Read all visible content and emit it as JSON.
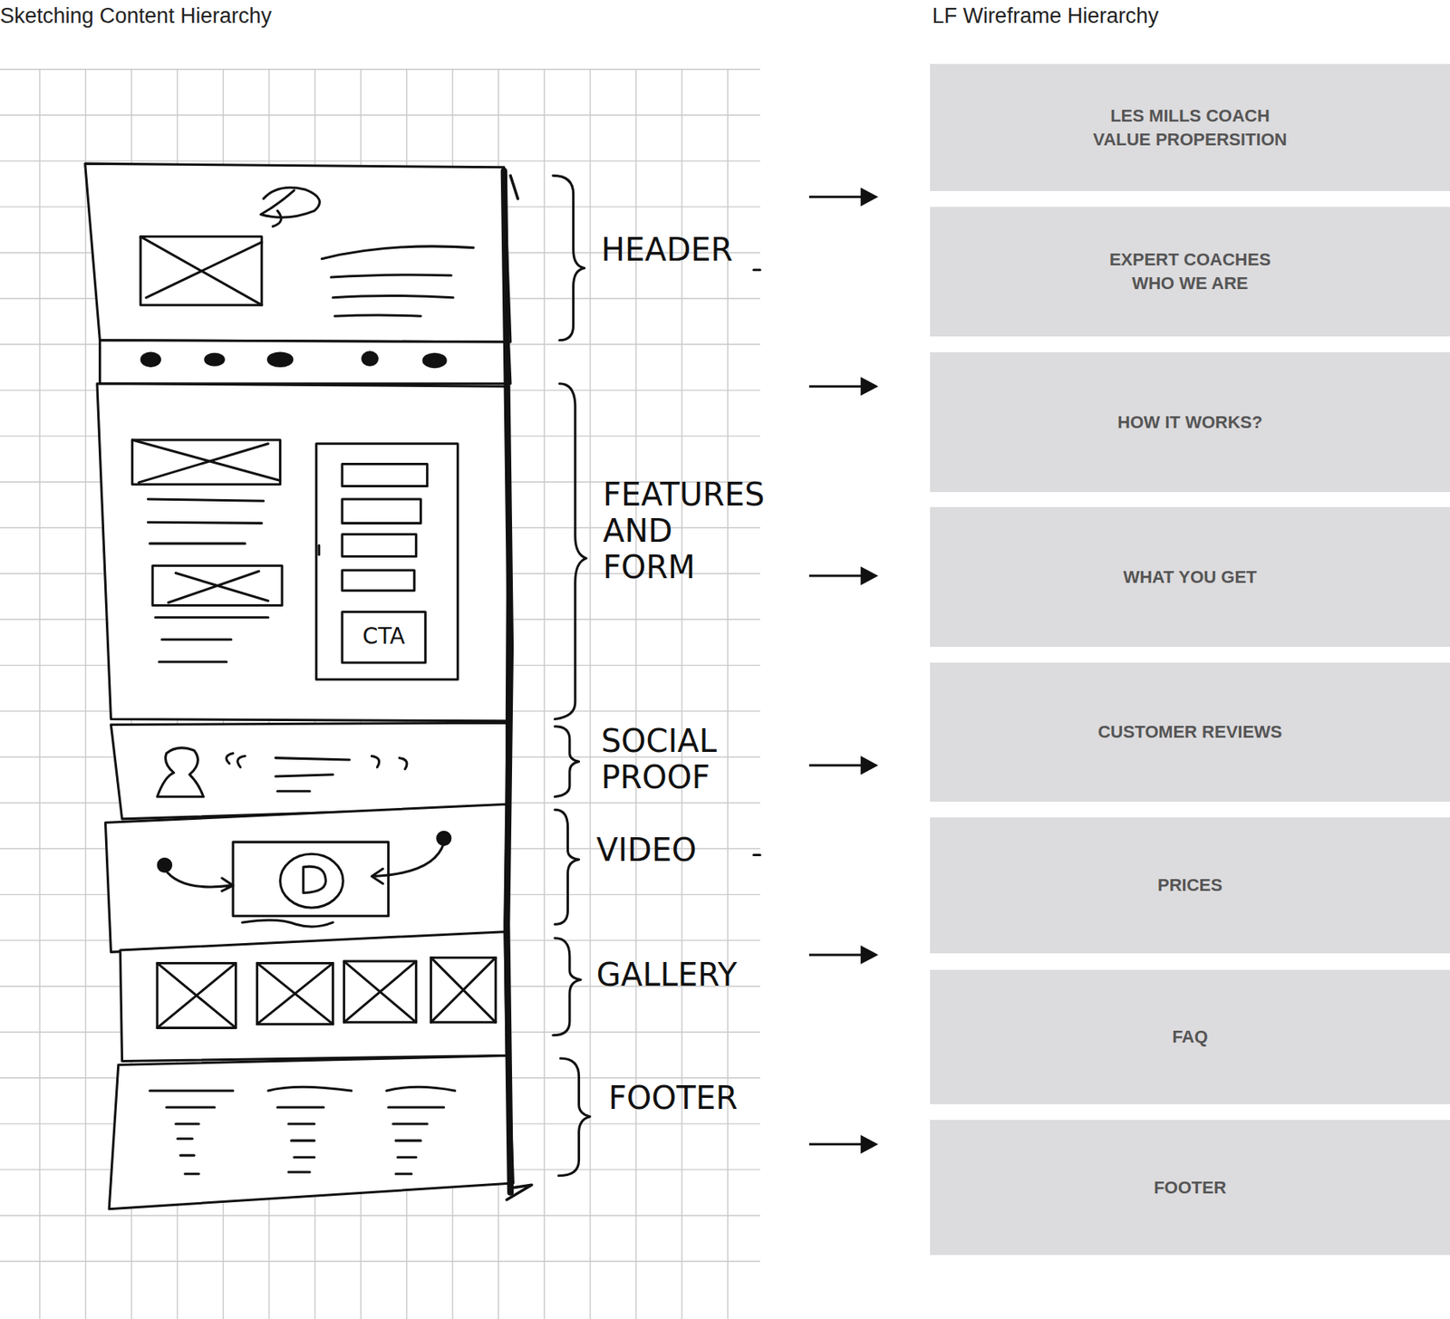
{
  "diagram": {
    "nodes": [
      {
        "text": [
          "LES MILLS COACH VALUE PROPERSITION"
        ]
      },
      {
        "text": [
          "EXPERT COACHES WHO WE ARE"
        ]
      },
      {
        "text": [
          "HOW IT WORKS?"
        ]
      },
      {
        "text": [
          "WHAT YOU GET"
        ]
      },
      {
        "text": [
          "CUSTOMER REVIEWS"
        ]
      },
      {
        "text": [
          "PRICES"
        ]
      },
      {
        "text": [
          "FAQ"
        ]
      },
      {
        "text": [
          "FOOTER"
        ]
      }
    ],
    "labels": [
      "Sketching Content Hierarchy",
      "LF Wireframe Hierarchy",
      "HEADER",
      "FEATURES AND FORM",
      "SOCIAL PROOF",
      "VIDEO",
      "GALLERY",
      "FOOTER",
      "CTA"
    ]
  }
}
